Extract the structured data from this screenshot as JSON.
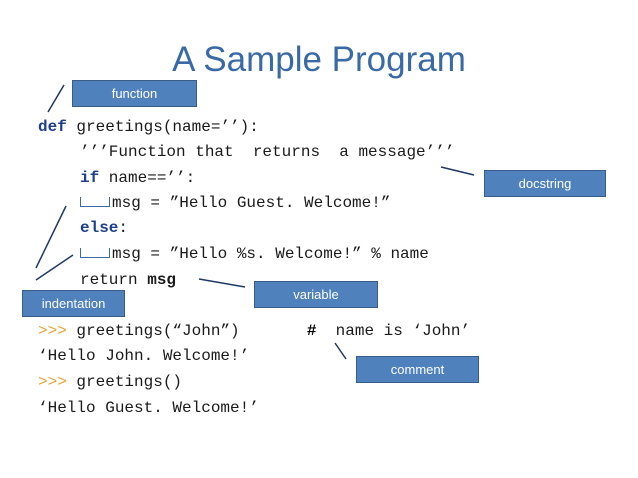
{
  "title": "A Sample Program",
  "code": {
    "line1": {
      "kw": "def",
      "rest": " greetings(name=’’):"
    },
    "line2": "’’’Function that  returns  a message’’’",
    "line3": {
      "kw": "if",
      "rest": " name==’’:"
    },
    "line4": "msg = ”Hello Guest. Welcome!”",
    "line5": {
      "kw": "else",
      "rest": ":"
    },
    "line6": "msg = ”Hello %s. Welcome!” % name",
    "line7": {
      "text": "return ",
      "bold": "msg"
    },
    "line8": {
      "prompt": ">>>",
      "call": " greetings(“John”)",
      "gap": "       ",
      "hash": "#",
      "comment": "  name is ‘John’"
    },
    "line9": "‘Hello John. Welcome!’",
    "line10": {
      "prompt": ">>>",
      "call": " greetings()"
    },
    "line11": "‘Hello Guest. Welcome!’"
  },
  "labels": {
    "function": "function",
    "docstring": "docstring",
    "variable": "variable",
    "indentation": "indentation",
    "comment": "comment"
  },
  "colors": {
    "title": "#3a6aa6",
    "keyword": "#1f3f8c",
    "prompt": "#e8a33a",
    "label_fill": "#4f81bd"
  }
}
